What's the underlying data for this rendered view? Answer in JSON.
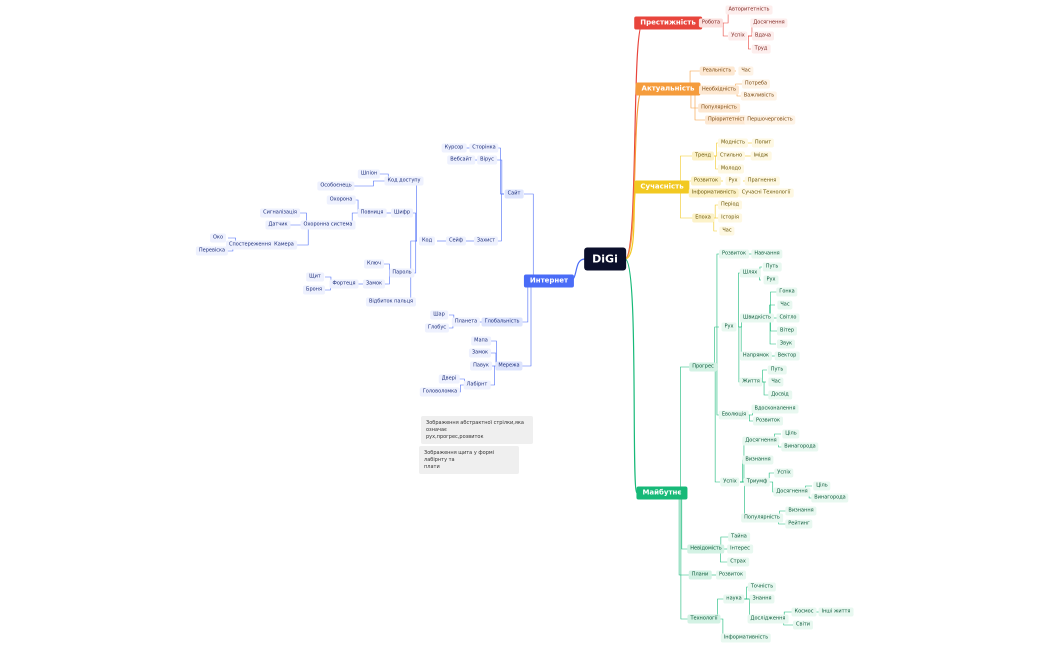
{
  "root": "DiGi",
  "branches": [
    {
      "label": "Престижність",
      "color": "#e8453c",
      "l2bg": "#fbe0de",
      "l3bg": "#fdeeed",
      "text": "#7a1f1a"
    },
    {
      "label": "Актуальність",
      "color": "#f59c3c",
      "l2bg": "#fde8d2",
      "l3bg": "#fef3e6",
      "text": "#7a4a12"
    },
    {
      "label": "Сучасність",
      "color": "#f2c922",
      "l2bg": "#fcf2c8",
      "l3bg": "#fef8e2",
      "text": "#6b5708"
    },
    {
      "label": "Майбутнє",
      "color": "#17b978",
      "l2bg": "#d3f2e4",
      "l3bg": "#e8f8f0",
      "text": "#0c5a3a"
    },
    {
      "label": "Интернет",
      "color": "#4a6cf7",
      "l2bg": "#dde4fd",
      "l3bg": "#eef1fe",
      "text": "#1e2f7a"
    }
  ],
  "nodes": {
    "pres_robota": "Робота",
    "pres_avtorytetnist": "Авторитетність",
    "pres_uspih": "Успіх",
    "pres_dosyagnennya": "Досягнення",
    "pres_vdacha": "Вдача",
    "pres_trud": "Труд",
    "akt_realnist": "Реальність",
    "akt_chas": "Час",
    "akt_neobhidnist": "Необхідність",
    "akt_potreba": "Потреба",
    "akt_vazhlyvist": "Важливість",
    "akt_populyarnist": "Популярність",
    "akt_priorytetnist": "Пріоритетність",
    "akt_pershocherhovist": "Першочерговість",
    "such_trend": "Тренд",
    "such_modnist": "Модність",
    "such_popyt": "Попит",
    "such_stylno": "Стильно",
    "such_imidzh": "Імідж",
    "such_molodo": "Молодо",
    "such_rozvytok": "Розвиток",
    "such_ruh": "Рух",
    "such_pragnennya": "Прагнення",
    "such_informatyvnist": "Інформативність",
    "such_suchasni_tehnologii": "Сучасні Технології",
    "such_epoha": "Епоха",
    "such_period": "Період",
    "such_istoriya": "Історія",
    "such_chas": "Час",
    "maib_progres": "Прогрес",
    "maib_rozvytok": "Розвиток",
    "maib_navchannya": "Навчання",
    "maib_ruh": "Рух",
    "maib_shlyah": "Шлях",
    "maib_put": "Путь",
    "maib_ruh2": "Рух",
    "maib_shvydkist": "Швидкість",
    "maib_ginka": "Гонка",
    "maib_chas": "Час",
    "maib_svitlo": "Світло",
    "maib_viter": "Вітер",
    "maib_zvuk": "Звук",
    "maib_napryamok": "Напрямок",
    "maib_vektor": "Вектор",
    "maib_zhyttya": "Життя",
    "maib_put2": "Путь",
    "maib_chas2": "Час",
    "maib_dosvid": "Досвід",
    "maib_evolyutsiya": "Еволюція",
    "maib_vdoskonalennya": "Вдосконалення",
    "maib_rozvytok2": "Розвиток",
    "maib_uspih": "Успіх",
    "maib_dosyagnennya": "Досягнення",
    "maib_tsil": "Ціль",
    "maib_vynagoroda": "Винагорода",
    "maib_vyznannya": "Визнання",
    "maib_triumf": "Триумф",
    "maib_uspih2": "Успіх",
    "maib_dosyagnennya2": "Досягнення",
    "maib_tsil2": "Ціль",
    "maib_vynagoroda2": "Винагорода",
    "maib_populyarnist": "Популярність",
    "maib_vyznannya2": "Визнання",
    "maib_reytyng": "Рейтинг",
    "maib_nevidomist": "Невідомість",
    "maib_tayna": "Тайна",
    "maib_interes": "Інтерес",
    "maib_strah": "Страх",
    "maib_plany": "Плани",
    "maib_rozvytok3": "Розвиток",
    "maib_tehnologii": "Технології",
    "maib_nauka": "наука",
    "maib_tochnist": "Точність",
    "maib_znannya": "Знання",
    "maib_doslidzhennya": "Дослідження",
    "maib_kosmos": "Космос",
    "maib_inshi_zhyttya": "Інші життя",
    "maib_svit": "Світи",
    "maib_informatyvnist": "Інформативність",
    "int_sayt": "Сайт",
    "int_storinka": "Сторінка",
    "int_kursor": "Курсор",
    "int_virus": "Вірус",
    "int_vebvirus": "Вебсайт",
    "int_zahyst": "Захист",
    "int_seyf": "Сейф",
    "int_kod": "Код",
    "int_kod_dostupu": "Код доступу",
    "int_shpion": "Шпіон",
    "int_osoboenets": "Особоєнець",
    "int_shyfr": "Шифр",
    "int_povnitsia": "Повниця",
    "int_ohorona": "Охорона",
    "int_ohoronna_systema": "Охоронна система",
    "int_syhnalizatsiya": "Сигналізація",
    "int_datchyk": "Датчик",
    "int_kamera": "Камера",
    "int_sposterezhennya": "Спостереження",
    "int_oko": "Око",
    "int_pereviska": "Перевіска",
    "int_parol": "Пароль",
    "int_klyuch": "Ключ",
    "int_zamok": "Замок",
    "int_fortetsya": "Фортеця",
    "int_shchyt": "Щит",
    "int_bronya": "Броня",
    "int_vidbytok": "Відбиток пальця",
    "int_hlobalnist": "Глобальність",
    "int_planeta": "Планета",
    "int_shar": "Шар",
    "int_hlobus": "Глобус",
    "int_merezha": "Мережа",
    "int_mapa": "Мапа",
    "int_zamok2": "Замок",
    "int_pavuk": "Павук",
    "int_labirynt": "Лабірнт",
    "int_dzherelo": "Двері",
    "int_holovolomka": "Головоломка"
  },
  "notes": {
    "note1": "Зображення абстрактної стрілки,яка означає\nрух,прогрес,розвиток",
    "note2": "Зображення щита у формі лабірнту та\nплати"
  }
}
